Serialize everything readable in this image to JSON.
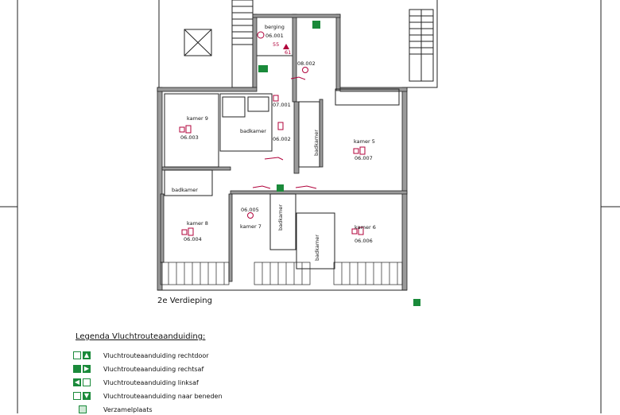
{
  "plan": {
    "floor_label": "2e Verdieping",
    "rooms": {
      "berging": {
        "name": "berging",
        "code": "06.001",
        "n1": "55",
        "n2": "61"
      },
      "stair": {
        "code": "08.002"
      },
      "hall": {
        "code": "07.001",
        "code2": "06.002"
      },
      "kamer9": {
        "name": "kamer 9",
        "code": "06.003"
      },
      "kamer5": {
        "name": "kamer 5",
        "code": "06.007"
      },
      "kamer8": {
        "name": "kamer 8",
        "code": "06.004"
      },
      "kamer7": {
        "name": "kamer 7",
        "code": "06.005"
      },
      "kamer6": {
        "name": "kamer 6",
        "code": "06.006"
      },
      "bath": "badkamer"
    }
  },
  "legend": {
    "title": "Legenda Vluchtrouteaanduiding:",
    "items": [
      {
        "icon": "exit-straight-icon",
        "label": "Vluchtrouteaanduiding rechtdoor"
      },
      {
        "icon": "exit-right-icon",
        "label": "Vluchtrouteaanduiding rechtsaf"
      },
      {
        "icon": "exit-left-icon",
        "label": "Vluchtrouteaanduiding linksaf"
      },
      {
        "icon": "exit-down-icon",
        "label": "Vluchtrouteaanduiding naar beneden"
      },
      {
        "icon": "assembly-point-icon",
        "label": "Verzamelplaats"
      }
    ]
  },
  "colors": {
    "wall": "#9a9a9a",
    "safety": "#b0003a",
    "exit": "#1a8a3a"
  }
}
